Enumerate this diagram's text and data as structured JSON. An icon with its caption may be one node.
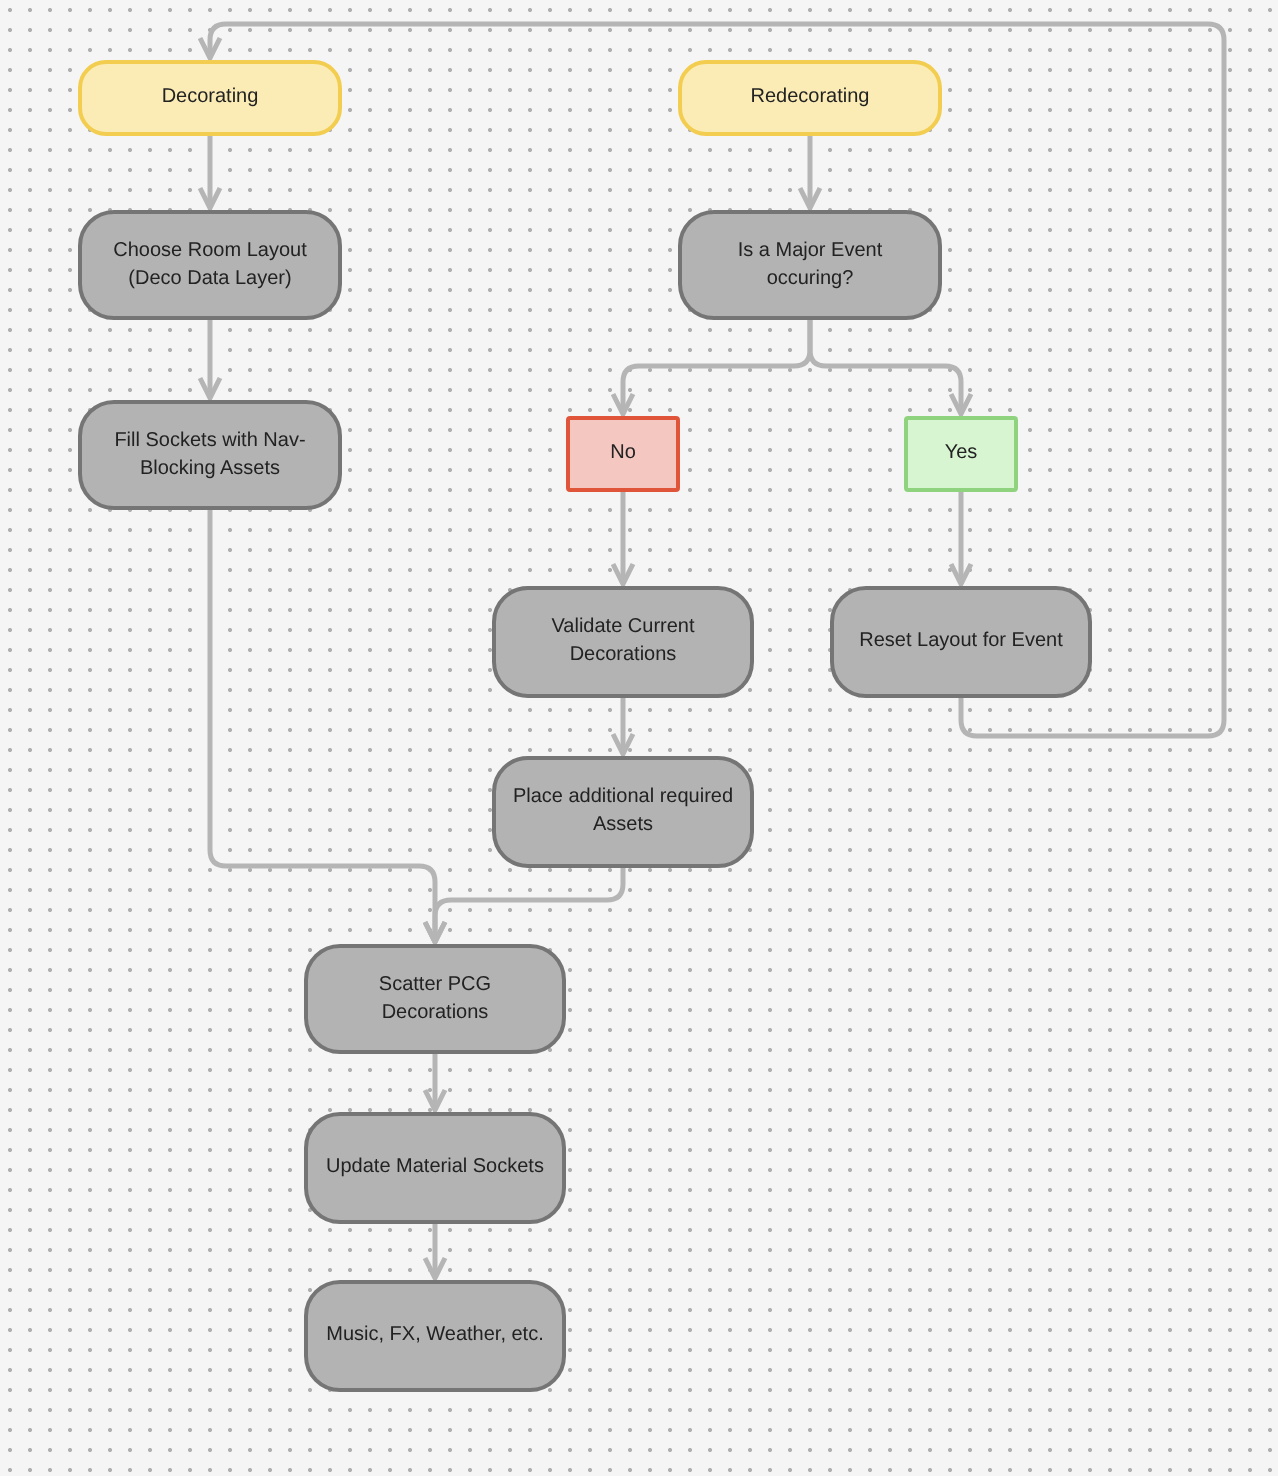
{
  "diagram": {
    "nodes": [
      {
        "text": [
          "Decorating"
        ]
      },
      {
        "text": [
          "Redecorating"
        ]
      },
      {
        "text": [
          "Choose Room Layout (Deco Data Layer)"
        ]
      },
      {
        "text": [
          "Is a Major Event occuring?"
        ]
      },
      {
        "text": [
          "Fill Sockets with Nav-Blocking Assets"
        ]
      },
      {
        "text": [
          "No"
        ]
      },
      {
        "text": [
          "Yes"
        ]
      },
      {
        "text": [
          "Validate Current Decorations"
        ]
      },
      {
        "text": [
          "Reset Layout for Event"
        ]
      },
      {
        "text": [
          "Place additional required Assets"
        ]
      },
      {
        "text": [
          "Scatter PCG Decorations"
        ]
      },
      {
        "text": [
          "Update Material Sockets"
        ]
      },
      {
        "text": [
          "Music, FX, Weather, etc."
        ]
      }
    ],
    "edges": [
      {
        "from": 0,
        "to": 2,
        "arrow": "to"
      },
      {
        "from": 2,
        "to": 4,
        "arrow": "to"
      },
      {
        "from": 1,
        "to": 3,
        "arrow": "to"
      },
      {
        "from": 3,
        "to": 5,
        "arrow": "to"
      },
      {
        "from": 3,
        "to": 6,
        "arrow": "to"
      },
      {
        "from": 5,
        "to": 7,
        "arrow": "to"
      },
      {
        "from": 6,
        "to": 8,
        "arrow": "to"
      },
      {
        "from": 7,
        "to": 9,
        "arrow": "to"
      },
      {
        "from": 4,
        "to": 10,
        "arrow": "to"
      },
      {
        "from": 9,
        "to": 10,
        "arrow": "to"
      },
      {
        "from": 10,
        "to": 11,
        "arrow": "to"
      },
      {
        "from": 11,
        "to": 12,
        "arrow": "to"
      },
      {
        "from": 8,
        "to": 0,
        "arrow": "to"
      }
    ]
  }
}
